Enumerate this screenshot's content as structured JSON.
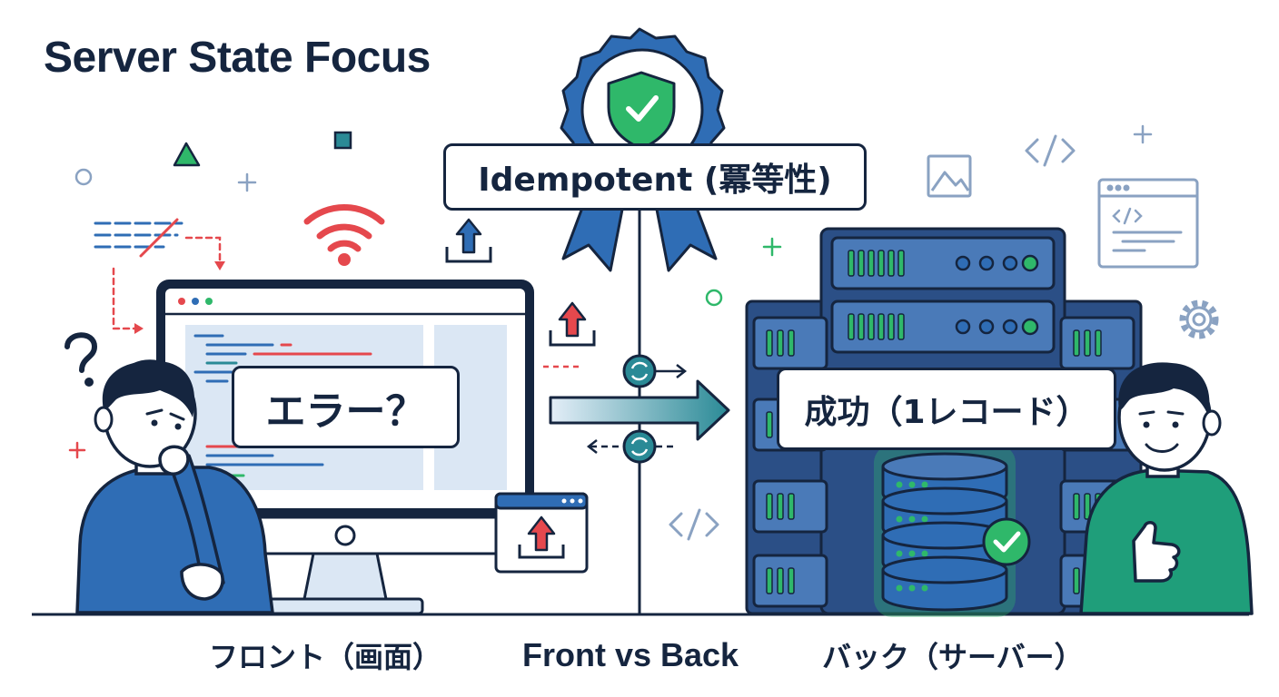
{
  "title": "Server State Focus",
  "badge": {
    "label": "Idempotent (冪等性)"
  },
  "frontend": {
    "message": "エラー？",
    "caption": "フロント（画面）"
  },
  "backend": {
    "message": "成功（1レコード）",
    "caption": "バック（サーバー）"
  },
  "center_caption": "Front vs Back",
  "colors": {
    "navy": "#15253f",
    "blue": "#2f6db5",
    "red": "#e5484d",
    "green": "#2fb86a",
    "teal": "#2a8a96",
    "screen_bg": "#dbe7f4",
    "server_blue": "#4a7ab8"
  },
  "icons": [
    "shield-check-icon",
    "wifi-icon",
    "upload-icon",
    "sync-icon",
    "gear-icon",
    "code-icon",
    "image-icon",
    "code-window-icon",
    "question-mark-icon",
    "check-circle-icon",
    "database-icon"
  ]
}
